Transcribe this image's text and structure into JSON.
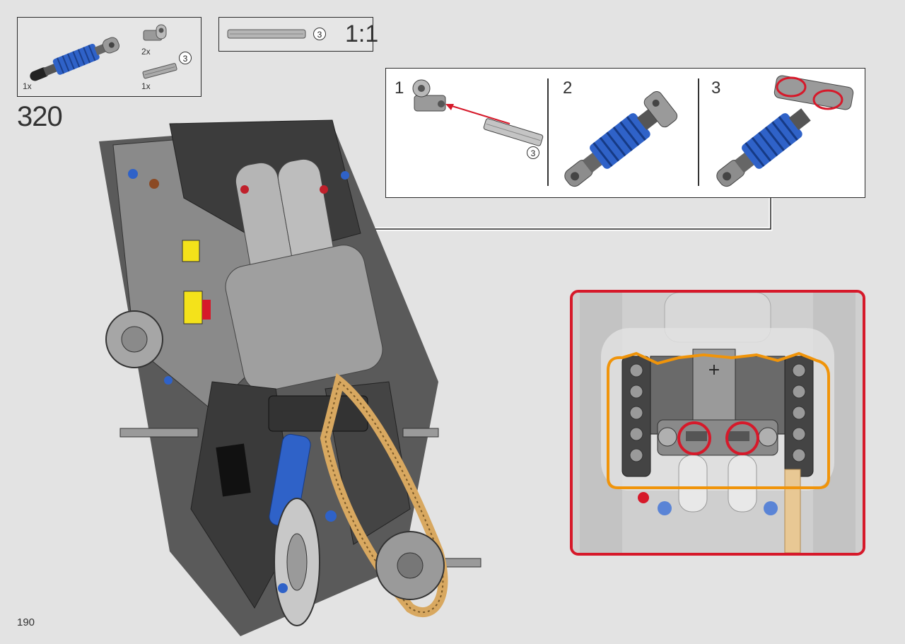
{
  "parts_box": {
    "parts": [
      {
        "name": "shock-absorber",
        "qty": "1x"
      },
      {
        "name": "axle-connector",
        "qty": "2x"
      },
      {
        "name": "axle-3",
        "qty": "1x",
        "length_label": "3"
      }
    ]
  },
  "scale_box": {
    "axle_length_label": "3",
    "scale_text": "1:1"
  },
  "step": {
    "number": "320"
  },
  "sub_steps": {
    "items": [
      {
        "number": "1",
        "axle_length_label": "3"
      },
      {
        "number": "2"
      },
      {
        "number": "3"
      }
    ]
  },
  "page": {
    "number": "190"
  },
  "colors": {
    "accent_red": "#d6192a",
    "callout_orange": "#f0940a",
    "shock_blue": "#2f62c8",
    "chain_orange": "#d8a860"
  }
}
